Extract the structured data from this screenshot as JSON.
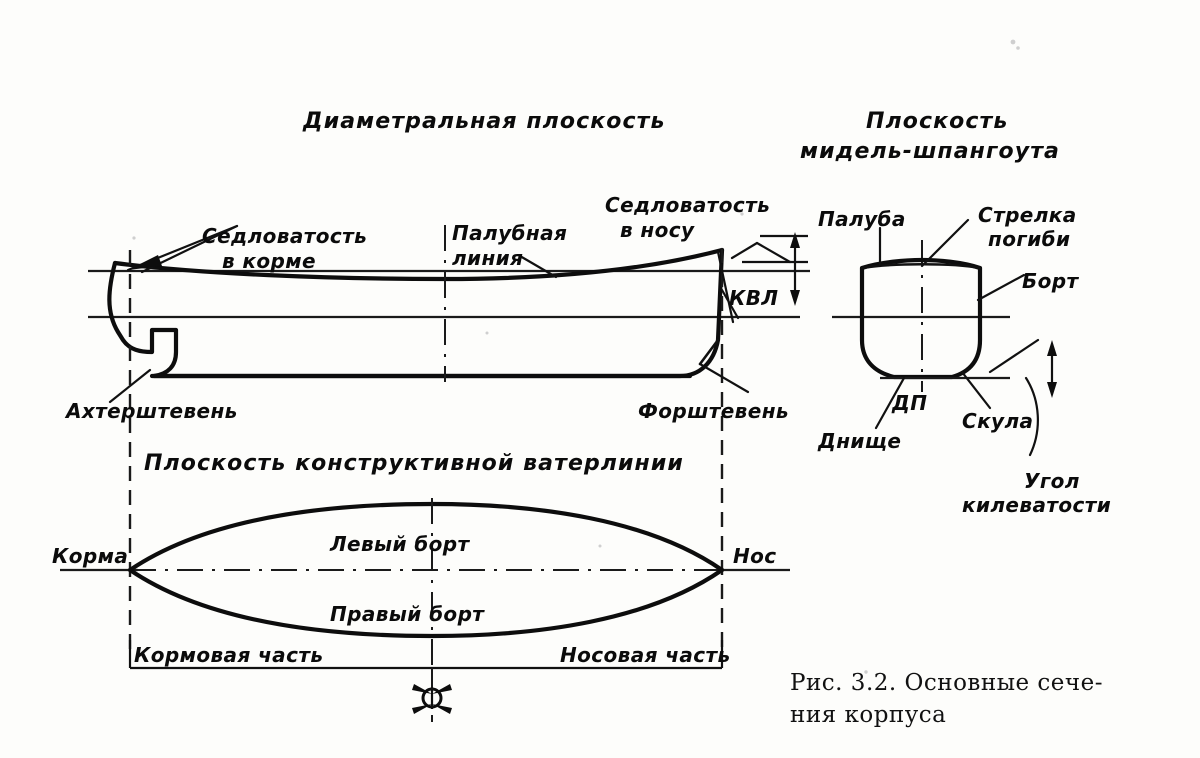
{
  "figure": {
    "caption_line1": "Рис. 3.2. Основные сече-",
    "caption_line2": "ния корпуса"
  },
  "titles": {
    "profile_plane": "Диаметральная плоскость",
    "midship_plane_line1": "Плоскость",
    "midship_plane_line2": "мидель-шпангоута",
    "waterline_plane": "Плоскость  конструктивной ватерлинии"
  },
  "profile_view": {
    "sheer_aft_line1": "Седловатость",
    "sheer_aft_line2": "в корме",
    "deck_line_line1": "Палубная",
    "deck_line_line2": "линия",
    "sheer_fwd_line1": "Седловатость",
    "sheer_fwd_line2": "в носу",
    "waterline_abbr": "КВЛ",
    "sternpost": "Ахтерштевень",
    "stem": "Форштевень"
  },
  "midship_view": {
    "deck": "Палуба",
    "camber_line1": "Стрелка",
    "camber_line2": "погиби",
    "side": "Борт",
    "centerline_abbr": "ДП",
    "bottom": "Днище",
    "bilge": "Скула",
    "deadrise_line1": "Угол",
    "deadrise_line2": "килеватости"
  },
  "waterline_view": {
    "stern": "Корма",
    "bow": "Нос",
    "port_side": "Левый борт",
    "starboard_side": "Правый борт",
    "aft_part": "Кормовая часть",
    "fore_part": "Носовая часть"
  },
  "symbols": {
    "midship_marker": "midship-section-symbol"
  },
  "colors": {
    "ink": "#0d0d0d",
    "paper": "#fdfdfb"
  }
}
